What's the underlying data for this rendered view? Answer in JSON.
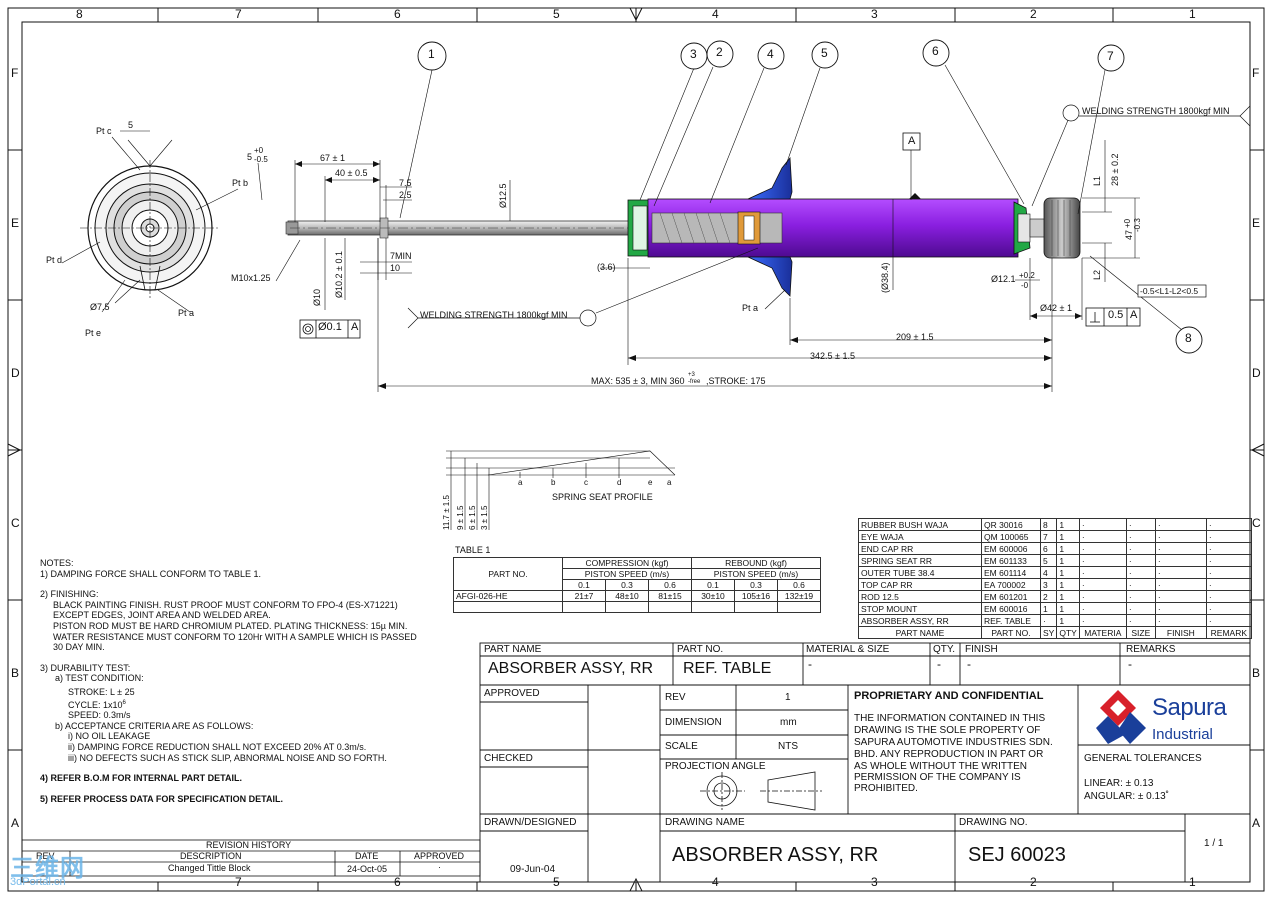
{
  "frame": {
    "col_labels": [
      "8",
      "7",
      "6",
      "5",
      "4",
      "3",
      "2",
      "1"
    ],
    "row_labels": [
      "F",
      "E",
      "D",
      "C",
      "B",
      "A"
    ]
  },
  "balloons": [
    "1",
    "2",
    "3",
    "4",
    "5",
    "6",
    "7",
    "8"
  ],
  "datum": "A",
  "view_points": {
    "pt_c": "Pt c",
    "pt_b": "Pt b",
    "pt_d": "Pt d",
    "pt_e": "Pt e",
    "pt_a": "Pt a",
    "pt_a2": "Pt a"
  },
  "dims": {
    "d5": "5",
    "d5tol_top": "+0",
    "d5tol_main": "5",
    "d5tol_bot": "-0.5",
    "d67": "67 ± 1",
    "d40": "40 ± 0.5",
    "d75": "7.5",
    "d25": "2.5",
    "d7min": "7MIN",
    "d10": "10",
    "dphi10": "Ø10",
    "dphi102": "Ø10.2 ± 0.1",
    "m10": "M10x1.25",
    "phi75": "Ø7.5",
    "conc": "Ø0.1",
    "conc_datum": "A",
    "phi125": "Ø12.5",
    "d36": "(3.6)",
    "phi384": "(Ø38.4)",
    "phi121": "Ø12.1",
    "phi121_top": "+0.2",
    "phi121_bot": "-0",
    "phi42": "Ø42 ± 1",
    "perp": "0.5",
    "perp_datum": "A",
    "l1": "L1",
    "l2": "L2",
    "d28": "28 ± 0.2",
    "d47": "47",
    "d47top": "+0",
    "d47bot": "-0.3",
    "l1l2": "-0.5<L1-L2<0.5",
    "d209": "209 ± 1.5",
    "d3425": "342.5 ± 1.5",
    "max": "MAX: 535 ± 3, MIN 360",
    "max_tol": "+3",
    "max_tol2": "-free",
    "stroke": ",STROKE: 175",
    "weld1": "WELDING STRENGTH 1800kgf MIN",
    "weld2": "WELDING STRENGTH 1800kgf MIN"
  },
  "spring_profile": {
    "title": "SPRING SEAT PROFILE",
    "letters": [
      "a",
      "b",
      "c",
      "d",
      "e",
      "a"
    ],
    "dims": [
      "11.7 ± 1.5",
      "9 ± 1.5",
      "6 ± 1.5",
      "3 ± 1.5"
    ]
  },
  "table1": {
    "title": "TABLE 1",
    "part_no_header": "PART NO.",
    "compression": "COMPRESSION (kgf)",
    "rebound": "REBOUND (kgf)",
    "piston_speed": "PISTON SPEED (m/s)",
    "speeds": [
      "0.1",
      "0.3",
      "0.6",
      "0.1",
      "0.3",
      "0.6"
    ],
    "rows": [
      {
        "part": "AFGI-026-HE",
        "values": [
          "21±7",
          "48±10",
          "81±15",
          "30±10",
          "105±16",
          "132±19"
        ]
      }
    ]
  },
  "bom": {
    "rows": [
      [
        "RUBBER BUSH WAJA",
        "QR 30016",
        "8",
        "1",
        "·",
        "·",
        "·",
        "·"
      ],
      [
        "EYE WAJA",
        "QM 100065",
        "7",
        "1",
        "·",
        "·",
        "·",
        "·"
      ],
      [
        "END CAP RR",
        "EM 600006",
        "6",
        "1",
        "·",
        "·",
        "·",
        "·"
      ],
      [
        "SPRING SEAT RR",
        "EM 601133",
        "5",
        "1",
        "·",
        "·",
        "·",
        "·"
      ],
      [
        "OUTER TUBE 38.4",
        "EM 601114",
        "4",
        "1",
        "·",
        "·",
        "·",
        "·"
      ],
      [
        "TOP CAP RR",
        "EA 700002",
        "3",
        "1",
        "·",
        "·",
        "·",
        "·"
      ],
      [
        "ROD 12.5",
        "EM 601201",
        "2",
        "1",
        "·",
        "·",
        "·",
        "·"
      ],
      [
        "STOP MOUNT",
        "EM 600016",
        "1",
        "1",
        "·",
        "·",
        "·",
        "·"
      ],
      [
        "ABSORBER ASSY, RR",
        "REF. TABLE",
        "·",
        "1",
        "·",
        "·",
        "·",
        "·"
      ]
    ],
    "headers": [
      "PART NAME",
      "PART NO.",
      "SY",
      "QTY",
      "MATERIA",
      "SIZE",
      "FINISH",
      "REMARK"
    ]
  },
  "notes": {
    "title": "NOTES:",
    "n1": "1)  DAMPING FORCE SHALL CONFORM TO TABLE 1.",
    "n2": "2)  FINISHING:",
    "n2a": "BLACK PAINTING FINISH. RUST PROOF MUST CONFORM TO FPO-4 (ES-X71221)",
    "n2b": "EXCEPT EDGES, JOINT AREA AND WELDED AREA.",
    "n2c": "PISTON ROD MUST BE HARD CHROMIUM PLATED. PLATING THICKNESS: 15µ  MIN.",
    "n2d": "WATER RESISTANCE MUST CONFORM TO 120Hr WITH A SAMPLE WHICH IS PASSED",
    "n2e": "30 DAY MIN.",
    "n3": "3)  DURABILITY TEST:",
    "n3a": "a) TEST CONDITION:",
    "n3a1": "STROKE: L  ±   25",
    "n3a2": "CYCLE: 1x10",
    "n3a2sup": "6",
    "n3a3": "SPEED: 0.3m/s",
    "n3b": "b) ACCEPTANCE CRITERIA ARE AS FOLLOWS:",
    "n3b1": "i)   NO OIL LEAKAGE",
    "n3b2": "ii)  DAMPING FORCE REDUCTION SHALL NOT EXCEED 20% AT 0.3m/s.",
    "n3b3": "iii) NO DEFECTS SUCH AS STICK SLIP, ABNORMAL NOISE AND SO FORTH.",
    "n4": "4)  REFER B.O.M FOR INTERNAL PART DETAIL.",
    "n5": "5)  REFER PROCESS DATA FOR SPECIFICATION DETAIL."
  },
  "revision": {
    "title": "REVISION HISTORY",
    "headers": [
      "REV",
      "DESCRIPTION",
      "DATE",
      "APPROVED"
    ],
    "rows": [
      {
        "rev": "",
        "desc": "Changed Tittle Block",
        "date": "24-Oct-05",
        "approved": "·"
      }
    ]
  },
  "title_block": {
    "part_name_label": "PART NAME",
    "part_name": "ABSORBER ASSY, RR",
    "part_no_label": "PART NO.",
    "part_no": "REF. TABLE",
    "material_label": "MATERIAL & SIZE",
    "material": "-",
    "qty_label": "QTY.",
    "qty": "-",
    "finish_label": "FINISH",
    "finish": "-",
    "remarks_label": "REMARKS",
    "remarks": "-",
    "approved_label": "APPROVED",
    "checked_label": "CHECKED",
    "drawn_label": "DRAWN/DESIGNED",
    "drawn_date": "09-Jun-04",
    "rev_label": "REV",
    "rev": "1",
    "dimension_label": "DIMENSION",
    "dimension": "mm",
    "scale_label": "SCALE",
    "scale": "NTS",
    "projection_label": "PROJECTION ANGLE",
    "prop_title": "PROPRIETARY AND CONFIDENTIAL",
    "prop_l1": "THE INFORMATION CONTAINED IN THIS",
    "prop_l2": "DRAWING IS THE SOLE PROPERTY OF",
    "prop_l3": "SAPURA AUTOMOTIVE INDUSTRIES SDN.",
    "prop_l4": "BHD. ANY REPRODUCTION IN PART OR",
    "prop_l5": "AS WHOLE WITHOUT THE WRITTEN",
    "prop_l6": "PERMISSION OF THE COMPANY IS",
    "prop_l7": "PROHIBITED.",
    "brand": "Sapura",
    "brand_sub": "Industrial",
    "tol_label": "GENERAL TOLERANCES",
    "tol_lin": "LINEAR: ± 0.13",
    "tol_ang": "ANGULAR: ± 0.13˚",
    "drawing_name_label": "DRAWING NAME",
    "drawing_name": "ABSORBER ASSY, RR",
    "drawing_no_label": "DRAWING NO.",
    "drawing_no": "SEJ 60023",
    "sheet": "1  / 1"
  },
  "watermark": {
    "l1": "三维网",
    "l2": "3dPortal.cn"
  },
  "colors": {
    "tube": "#8a1fe0",
    "seat": "#2a4fd8",
    "cap": "#22a845",
    "brand_red": "#d8202a",
    "brand_blue": "#1a3f9a"
  }
}
